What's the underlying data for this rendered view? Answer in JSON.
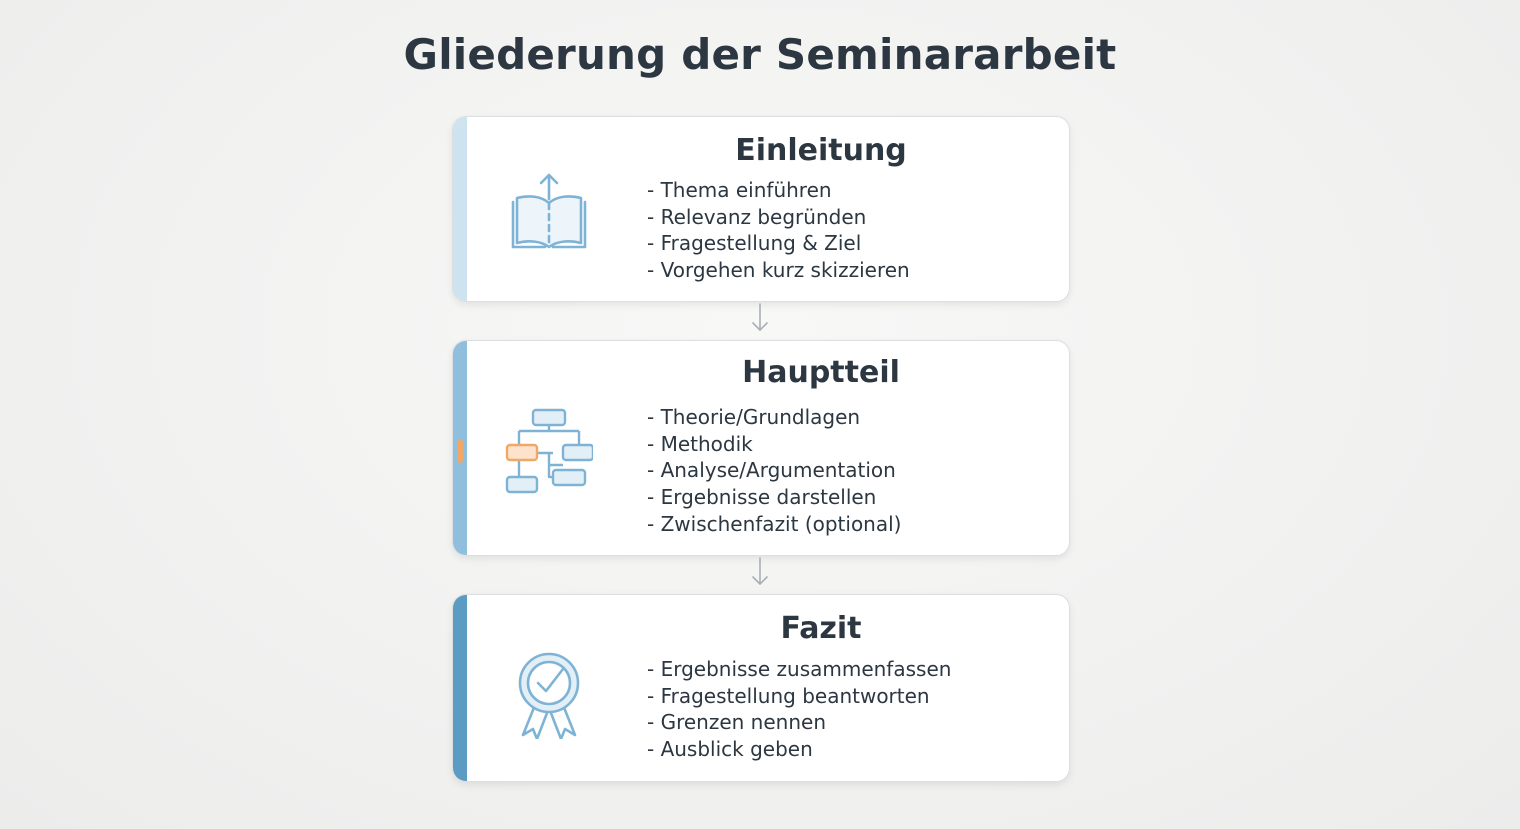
{
  "title": "Gliederung der Seminararbeit",
  "colors": {
    "accent_intro": "#cde3f0",
    "accent_main": "#8fbfdc",
    "accent_conclusion": "#5c9bc2",
    "icon_stroke": "#7fb3d5",
    "icon_fill": "#e3eff7",
    "highlight": "#f0a866"
  },
  "sections": [
    {
      "title": "Einleitung",
      "icon": "open-book-icon",
      "items": [
        "Thema einführen",
        "Relevanz begründen",
        "Fragestellung & Ziel",
        "Vorgehen kurz skizzieren"
      ]
    },
    {
      "title": "Hauptteil",
      "icon": "flowchart-icon",
      "items": [
        "Theorie/Grundlagen",
        "Methodik",
        "Analyse/Argumentation",
        "Ergebnisse darstellen",
        "Zwischenfazit (optional)"
      ]
    },
    {
      "title": "Fazit",
      "icon": "award-badge-icon",
      "items": [
        "Ergebnisse zusammenfassen",
        "Fragestellung beantworten",
        "Grenzen nennen",
        "Ausblick geben"
      ]
    }
  ]
}
